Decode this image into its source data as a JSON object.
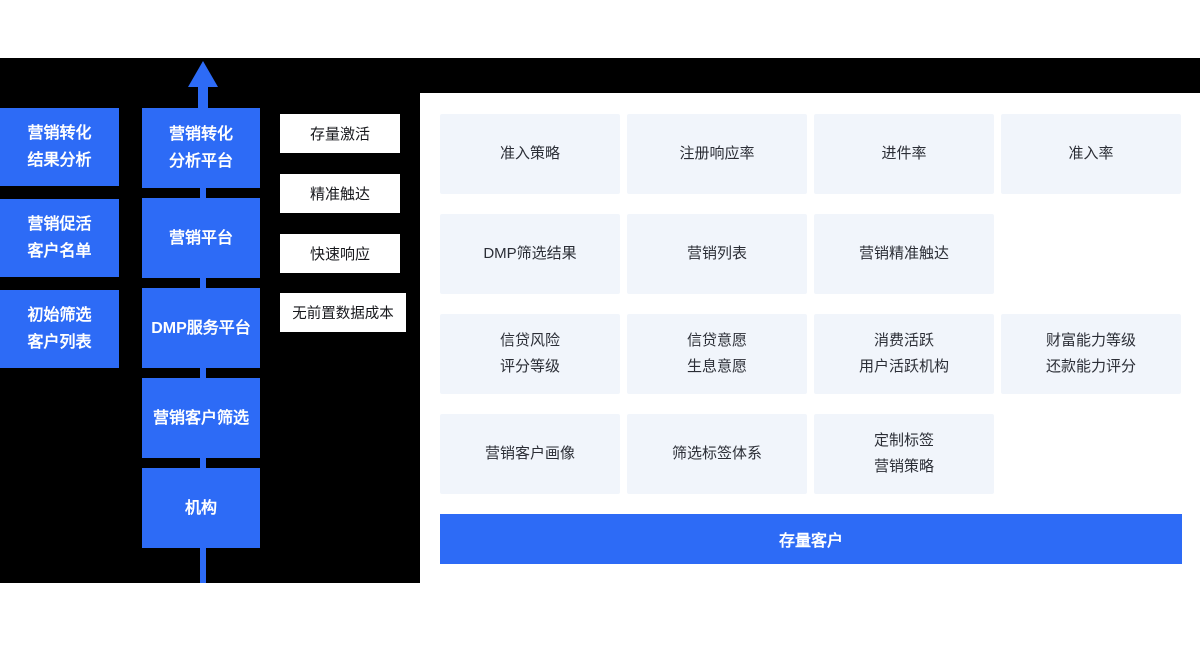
{
  "palette": {
    "accent_blue": "#2d6bf6",
    "panel_black": "#000000",
    "card_bg": "#f1f5fb",
    "card_text": "#2b2e36"
  },
  "left_panel": {
    "outputs": [
      "营销转化\n结果分析",
      "营销促活\n客户名单",
      "初始筛选\n客户列表"
    ],
    "pipeline": [
      "营销转化\n分析平台",
      "营销平台",
      "DMP服务平台",
      "营销客户筛选",
      "机构"
    ],
    "benefits": [
      "存量激活",
      "精准触达",
      "快速响应",
      "无前置数据成本"
    ]
  },
  "right_panel": {
    "rows": [
      [
        "准入策略",
        "注册响应率",
        "进件率",
        "准入率"
      ],
      [
        "DMP筛选结果",
        "营销列表",
        "营销精准触达"
      ],
      [
        "信贷风险\n评分等级",
        "信贷意愿\n生息意愿",
        "消费活跃\n用户活跃机构",
        "财富能力等级\n还款能力评分"
      ],
      [
        "营销客户画像",
        "筛选标签体系",
        "定制标签\n营销策略"
      ]
    ],
    "footer": "存量客户"
  }
}
